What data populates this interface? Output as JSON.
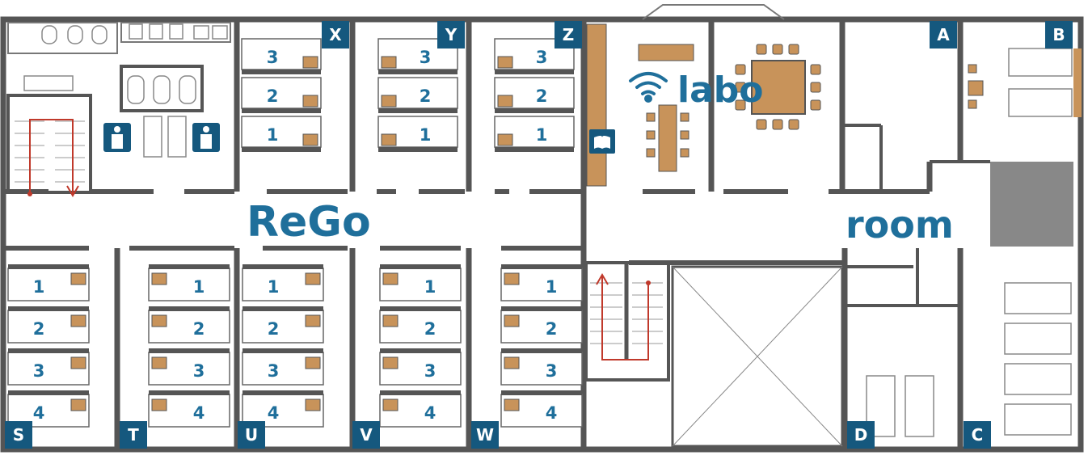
{
  "labels": {
    "corridor": "ReGo",
    "labo": "labo",
    "room": "room"
  },
  "blocks": {
    "top": [
      {
        "letter": "X",
        "beds": [
          "3",
          "2",
          "1"
        ]
      },
      {
        "letter": "Y",
        "beds": [
          "3",
          "2",
          "1"
        ]
      },
      {
        "letter": "Z",
        "beds": [
          "3",
          "2",
          "1"
        ]
      }
    ],
    "bottom": [
      {
        "letter": "S",
        "beds": [
          "1",
          "2",
          "3",
          "4"
        ]
      },
      {
        "letter": "T",
        "beds": [
          "1",
          "2",
          "3",
          "4"
        ]
      },
      {
        "letter": "U",
        "beds": [
          "1",
          "2",
          "3",
          "4"
        ]
      },
      {
        "letter": "V",
        "beds": [
          "1",
          "2",
          "3",
          "4"
        ]
      },
      {
        "letter": "W",
        "beds": [
          "1",
          "2",
          "3",
          "4"
        ]
      }
    ]
  },
  "rooms": {
    "A": "A",
    "B": "B",
    "C": "C",
    "D": "D"
  },
  "icons": [
    "toilet-icon",
    "restroom-icon",
    "wifi-icon",
    "book-icon",
    "stairs-icon"
  ],
  "colors": {
    "wall": "#555555",
    "blue": "#1f6f9b",
    "badge": "#15587e",
    "wood": "#c8935a",
    "stairs": "#c0392b",
    "gray_room": "#888888"
  }
}
